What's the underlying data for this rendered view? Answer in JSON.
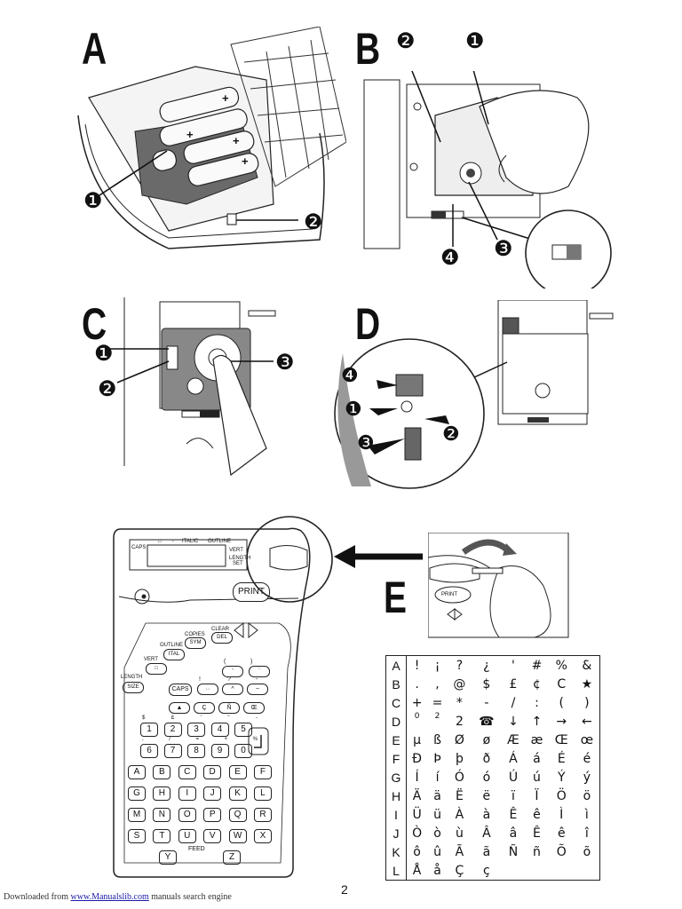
{
  "sections": {
    "a": {
      "letter": "A",
      "callouts": [
        "❶",
        "❷"
      ]
    },
    "b": {
      "letter": "B",
      "callouts": [
        "❷",
        "❶",
        "❹",
        "❸"
      ]
    },
    "c": {
      "letter": "C",
      "callouts": [
        "❶",
        "❷",
        "❸"
      ]
    },
    "d": {
      "letter": "D",
      "callouts": [
        "❹",
        "❶",
        "❷",
        "❸"
      ]
    },
    "e": {
      "letter": "E"
    }
  },
  "device": {
    "display_labels": {
      "caps": "CAPS",
      "italic": "ITALIC",
      "outline": "OUTLINE",
      "vert": "VERT",
      "length": "LENGTH",
      "set": "SET",
      "square": "□",
      "dash": "-"
    },
    "print_key": "PRINT",
    "feed_label": "FEED",
    "func_labels": {
      "copies": "COPIES",
      "clear": "CLEAR",
      "outline": "OUTLINE",
      "vert": "VERT",
      "length": "LENGTH"
    },
    "func_keys": {
      "sym": "SYM",
      "del": "DEL",
      "ital": "ITAL",
      "box": "□",
      "size": "SIZE",
      "caps": "CAPS"
    },
    "row_symbols_top": [
      "(",
      ")",
      "!",
      "?",
      "-"
    ],
    "row_symbols_keys": [
      "'",
      "`",
      "··",
      "^",
      "~"
    ],
    "accent_keys": [
      "▲",
      "Ç",
      "Ñ",
      "Œ"
    ],
    "number_top_row": [
      "1",
      "2",
      "3",
      "4",
      "5"
    ],
    "number_top_super": [
      "$",
      "£",
      "'",
      "\"",
      "-"
    ],
    "number_bottom_row": [
      "6",
      "7",
      "8",
      "9",
      "0"
    ],
    "number_bottom_super": [
      ",",
      "/",
      "=",
      "+",
      "%"
    ],
    "letter_rows": [
      [
        "A",
        "B",
        "C",
        "D",
        "E",
        "F"
      ],
      [
        "G",
        "H",
        "I",
        "J",
        "K",
        "L"
      ],
      [
        "M",
        "N",
        "O",
        "P",
        "Q",
        "R"
      ],
      [
        "S",
        "T",
        "U",
        "V",
        "W",
        "X"
      ],
      [
        "Y",
        "Z"
      ]
    ],
    "e_inset_print": "PRINT"
  },
  "char_table": {
    "rows": [
      {
        "label": "A",
        "chars": [
          "!",
          "¡",
          "?",
          "¿",
          "'",
          "#",
          "%",
          "&"
        ]
      },
      {
        "label": "B",
        "chars": [
          ".",
          ",",
          "@",
          "$",
          "£",
          "¢",
          "C",
          "★"
        ]
      },
      {
        "label": "C",
        "chars": [
          "+",
          "=",
          "*",
          "-",
          "/",
          ":",
          "(",
          ")"
        ]
      },
      {
        "label": "D",
        "chars": [
          "0",
          "2",
          "2",
          "☎",
          "↓",
          "↑",
          "→",
          "←"
        ]
      },
      {
        "label": "E",
        "chars": [
          "µ",
          "ß",
          "Ø",
          "ø",
          "Æ",
          "æ",
          "Œ",
          "œ"
        ]
      },
      {
        "label": "F",
        "chars": [
          "Ð",
          "Þ",
          "þ",
          "ð",
          "Á",
          "á",
          "É",
          "é"
        ]
      },
      {
        "label": "G",
        "chars": [
          "Í",
          "í",
          "Ó",
          "ó",
          "Ú",
          "ú",
          "Ý",
          "ý"
        ]
      },
      {
        "label": "H",
        "chars": [
          "Ä",
          "ä",
          "Ë",
          "ë",
          "ï",
          "Ï",
          "Ö",
          "ö"
        ]
      },
      {
        "label": "I",
        "chars": [
          "Ü",
          "ü",
          "À",
          "à",
          "Ê",
          "ê",
          "Ì",
          "ì"
        ]
      },
      {
        "label": "J",
        "chars": [
          "Ò",
          "ò",
          "ù",
          "Â",
          "â",
          "Ê",
          "ê",
          "î"
        ]
      },
      {
        "label": "K",
        "chars": [
          "ô",
          "û",
          "Ã",
          "ã",
          "Ñ",
          "ñ",
          "Õ",
          "õ"
        ]
      },
      {
        "label": "L",
        "chars": [
          "Å",
          "å",
          "Ç",
          "ç",
          "",
          "",
          "",
          ""
        ]
      }
    ]
  },
  "footer": {
    "prefix": "Downloaded from",
    "link": "www.Manualslib.com",
    "suffix": " manuals search engine"
  },
  "page_number": "2"
}
